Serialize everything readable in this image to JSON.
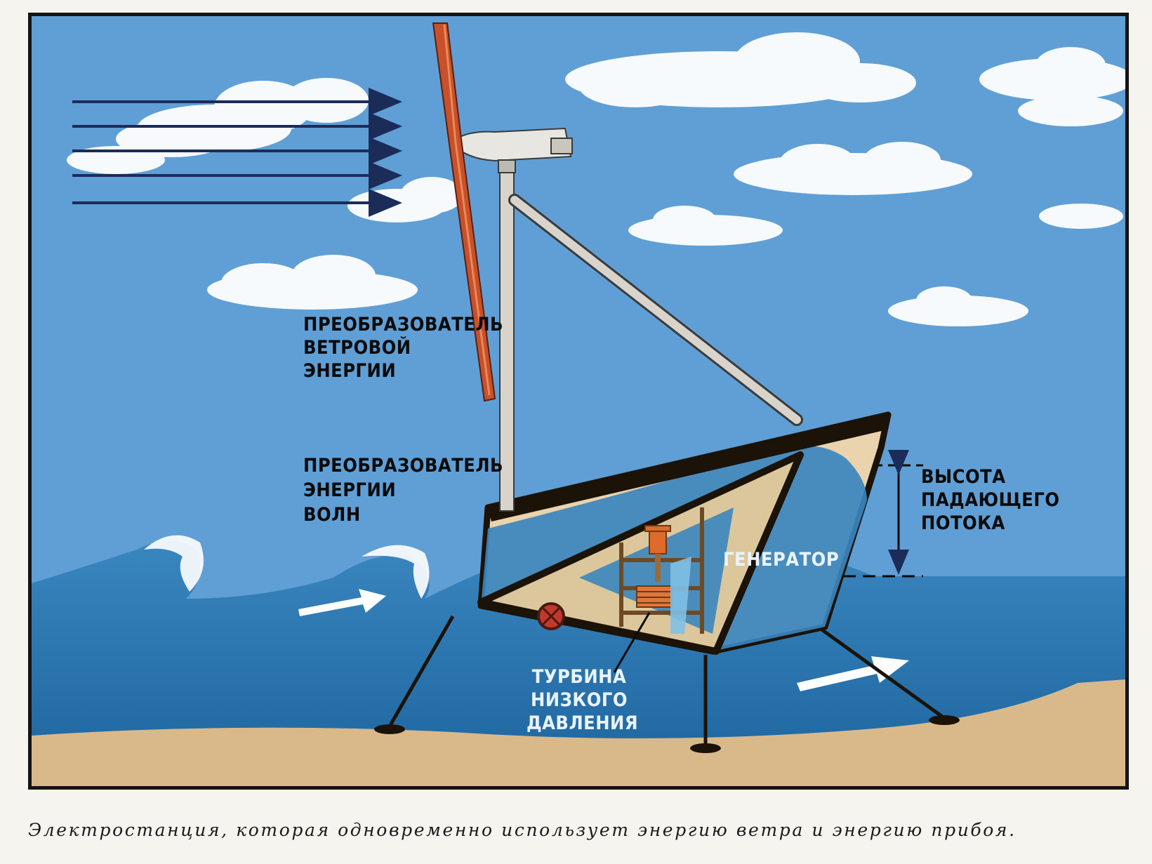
{
  "labels": {
    "wind_converter": [
      "ПРЕОБРАЗОВАТЕЛЬ",
      "ВЕТРОВОЙ",
      "ЭНЕРГИИ"
    ],
    "wave_converter": [
      "ПРЕОБРАЗОВАТЕЛЬ",
      "ЭНЕРГИИ",
      "ВОЛН"
    ],
    "fall_height": [
      "ВЫСОТА",
      "ПАДАЮЩЕГО",
      "ПОТОКА"
    ],
    "generator": "ГЕНЕРАТОР",
    "turbine": [
      "ТУРБИНА",
      "НИЗКОГО",
      "ДАВЛЕНИЯ"
    ]
  },
  "caption": "Электростанция, которая одновременно использует энергию ветра и энергию прибоя.",
  "colors": {
    "sky": "#5f9fd5",
    "sea": "#2f7bb6",
    "sand": "#d9b98a",
    "blade": "#c8502a",
    "frame": "#1b1208",
    "hull": "#ead3ad",
    "interior": "#dcc79c",
    "wind_arrow": "#1c2c58"
  }
}
